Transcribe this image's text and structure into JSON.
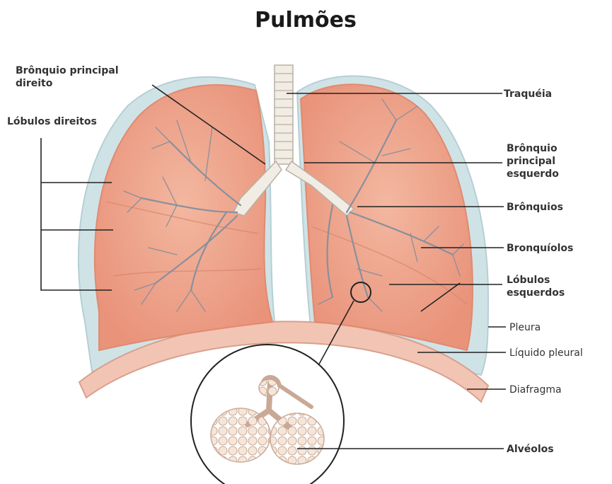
{
  "title": "Pulmões",
  "labels": {
    "bronquio_principal_direito": [
      "Brônquio principal",
      "direito"
    ],
    "lobulos_direitos": "Lóbulos direitos",
    "traqueia": "Traquéia",
    "bronquio_principal_esquerdo": [
      "Brônquio",
      "principal",
      "esquerdo"
    ],
    "bronquios": "Brônquios",
    "bronquiolos": "Bronquíolos",
    "lobulos_esquerdos": [
      "Lóbulos",
      "esquerdos"
    ],
    "pleura": "Pleura",
    "liquido_pleural": "Líquido pleural",
    "diafragma": "Diafragma",
    "alveolos": "Alvéolos"
  },
  "colors": {
    "lung_fill": "#eea58c",
    "lung_edge": "#e08a70",
    "pleura": "#cfe3e6",
    "diaphragm": "#f2c4b4",
    "trachea": "#f1ece4",
    "alveoli": "#f4e2d6"
  }
}
